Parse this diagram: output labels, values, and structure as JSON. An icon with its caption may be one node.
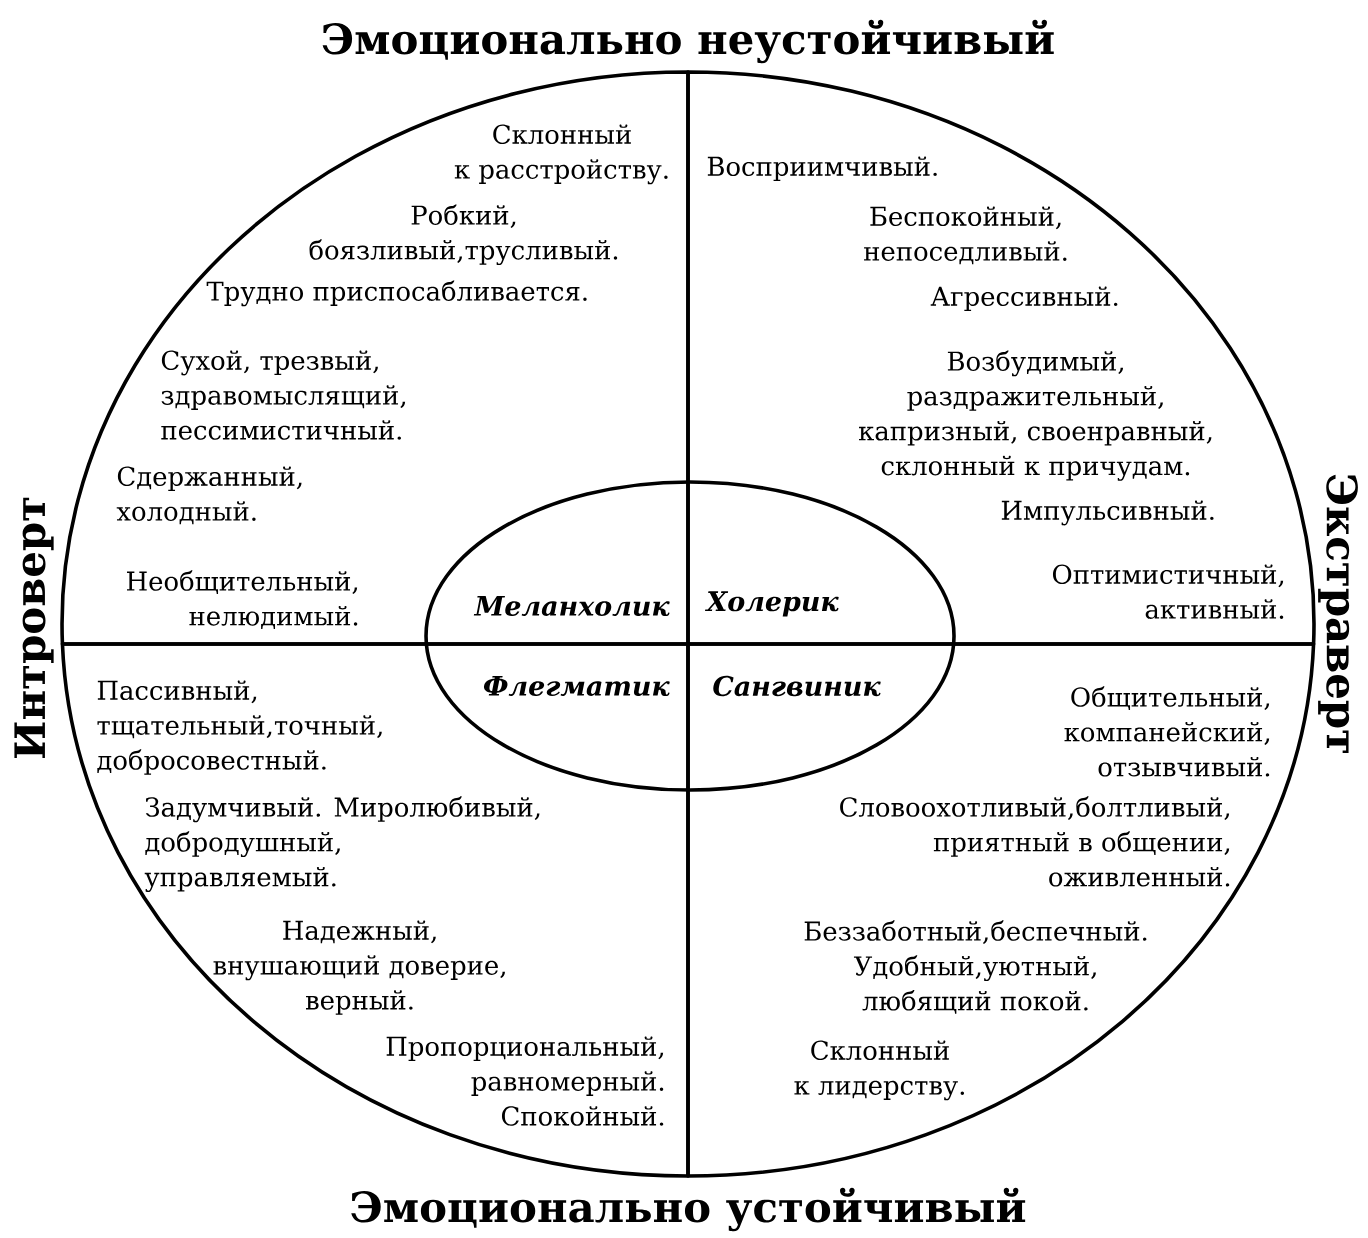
{
  "diagram": {
    "nodes": [
      {
        "text": [
          "Склонный к расстройству.",
          "Робкий, боязливый,трусливый.",
          "Трудно приспосабливается.",
          "Сухой, трезвый, здравомыслящий, пессимистичный.",
          "Сдержанный, холодный.",
          "Необщительный, нелюдимый."
        ]
      },
      {
        "text": [
          "Восприимчивый.",
          "Беспокойный, непоседливый.",
          "Агрессивный.",
          "Возбудимый, раздражительный, капризный, своенравный, склонный к причудам.",
          "Импульсивный.",
          "Оптимистичный, активный."
        ]
      },
      {
        "text": [
          "Пассивный, тщательный,точный, добросовестный.",
          "Задумчивый. Миролюбивый, добродушный, управляемый.",
          "Надежный, внушающий доверие, верный.",
          "Пропорциональный, равномерный. Спокойный."
        ]
      },
      {
        "text": [
          "Общительный, компанейский, отзывчивый.",
          "Словоохотливый,болтливый, приятный в общении, оживленный.",
          "Беззаботный,беспечный. Удобный,уютный, любящий покой.",
          "Склонный к лидерству."
        ]
      },
      {
        "text": [
          "Меланхолик",
          "Холерик",
          "Флегматик",
          "Сангвиник"
        ]
      }
    ],
    "labels": [
      "Эмоционально неустойчивый",
      "Интроверт",
      "Экстраверт",
      "Эмоционально устойчивый"
    ]
  }
}
